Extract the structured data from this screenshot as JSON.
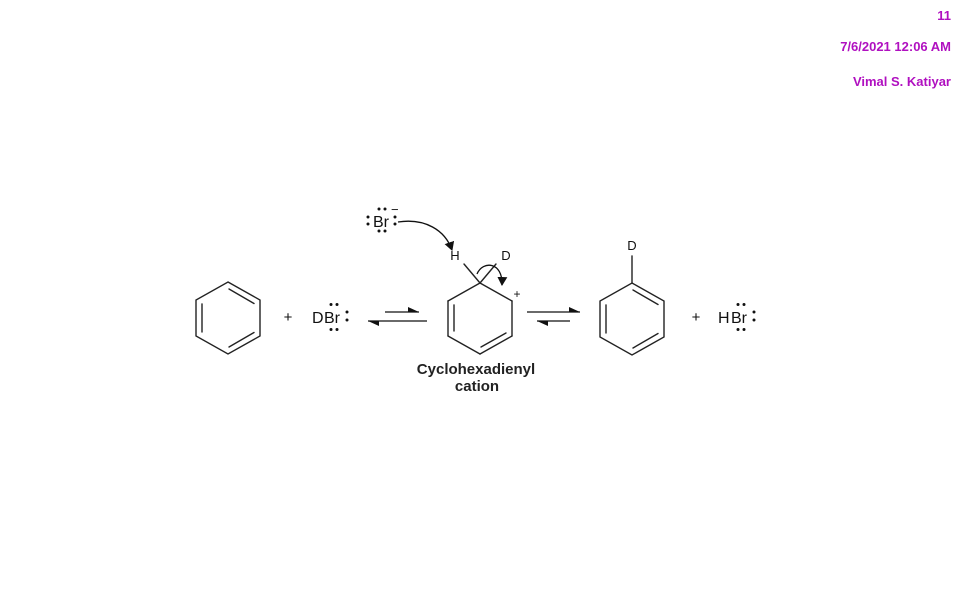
{
  "header": {
    "slide_number": "11",
    "date_time": "7/6/2021 12:06 AM",
    "author": "Vimal S. Katiyar",
    "color": "#b010c0"
  },
  "reaction": {
    "plus": "+",
    "reagent_left_d": "D",
    "reagent_left_br": "Br",
    "attacking_br": "Br",
    "attacking_charge": "−",
    "intermediate_h": "H",
    "intermediate_d": "D",
    "intermediate_charge": "+",
    "product_d": "D",
    "product_right_h": "H",
    "product_right_br": "Br",
    "intermediate_caption_line1": "Cyclohexadienyl",
    "intermediate_caption_line2": "cation"
  }
}
